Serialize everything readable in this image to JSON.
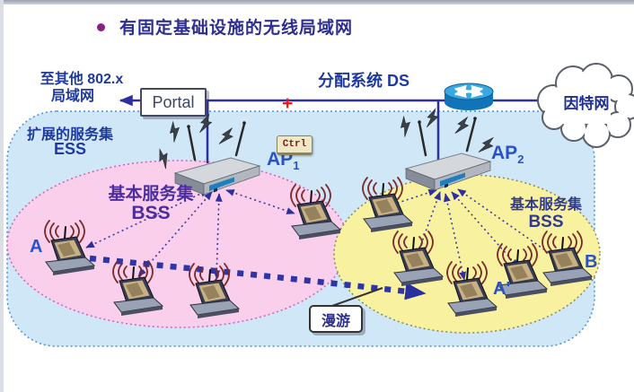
{
  "title": {
    "text": "有固定基础设施的无线局域网"
  },
  "top_left": {
    "line1": "至其他 802.x",
    "line2": "局域网"
  },
  "portal": {
    "label": "Portal"
  },
  "ds": {
    "label": "分配系统 DS",
    "plus": "+"
  },
  "internet": {
    "label": "因特网"
  },
  "ess": {
    "line1": "扩展的服务集",
    "line2": "ESS"
  },
  "bss_left": {
    "line1": "基本服务集",
    "line2": "BSS"
  },
  "bss_right": {
    "line1": "基本服务集",
    "line2": "BSS"
  },
  "ap1": {
    "base": "AP",
    "sub": "1"
  },
  "ap2": {
    "base": "AP",
    "sub": "2"
  },
  "stations": {
    "a": "A",
    "a_prime": "A'",
    "b": "B"
  },
  "roaming": {
    "label": "漫游"
  },
  "overlay": {
    "key": "Ctrl"
  },
  "colors": {
    "title_text": "#2e2e90",
    "bullet": "#8a1f8a",
    "label_blue": "#1e3a9f",
    "plus_red": "#e3201b",
    "ess_fill": "#cfe7f7",
    "bss_left_fill": "#f9cfeb",
    "bss_right_fill": "#f8f1a0",
    "line_blue": "#2d2f9f",
    "router_blue": "#38a8e0"
  }
}
